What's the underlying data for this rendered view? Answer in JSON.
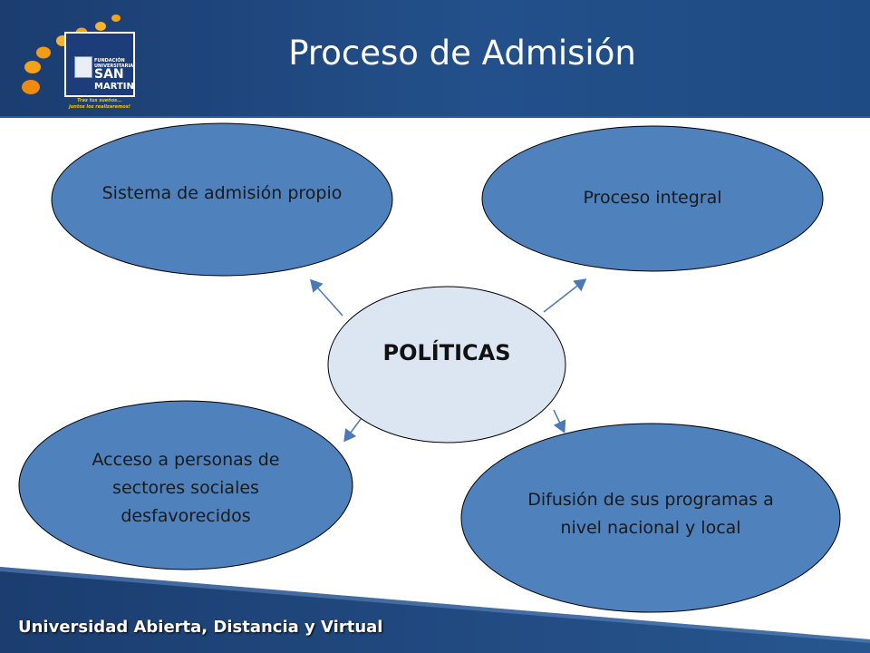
{
  "slide": {
    "title": "Proceso de Admisión",
    "footer": "Universidad Abierta, Distancia y Virtual"
  },
  "logo": {
    "line1": "FUNDACIÓN",
    "line2": "UNIVERSITARIA",
    "line3": "SAN",
    "line4": "MARTIN",
    "slogan1": "Tras tus sueños...",
    "slogan2": "juntos los realizaremos!"
  },
  "diagram": {
    "center": "POLÍTICAS",
    "nodes": [
      {
        "lines": [
          "Sistema de admisión propio"
        ]
      },
      {
        "lines": [
          "Proceso integral"
        ]
      },
      {
        "lines": [
          "Acceso a personas de",
          "sectores sociales",
          "desfavorecidos"
        ]
      },
      {
        "lines": [
          "Difusión de sus programas a",
          "nivel nacional y local"
        ]
      }
    ]
  },
  "colors": {
    "header": "#1f4b84",
    "node_fill": "#4f81bd",
    "center_fill": "#dce6f2",
    "arrow": "#4a7ab5",
    "footer": "#1f4b84"
  }
}
